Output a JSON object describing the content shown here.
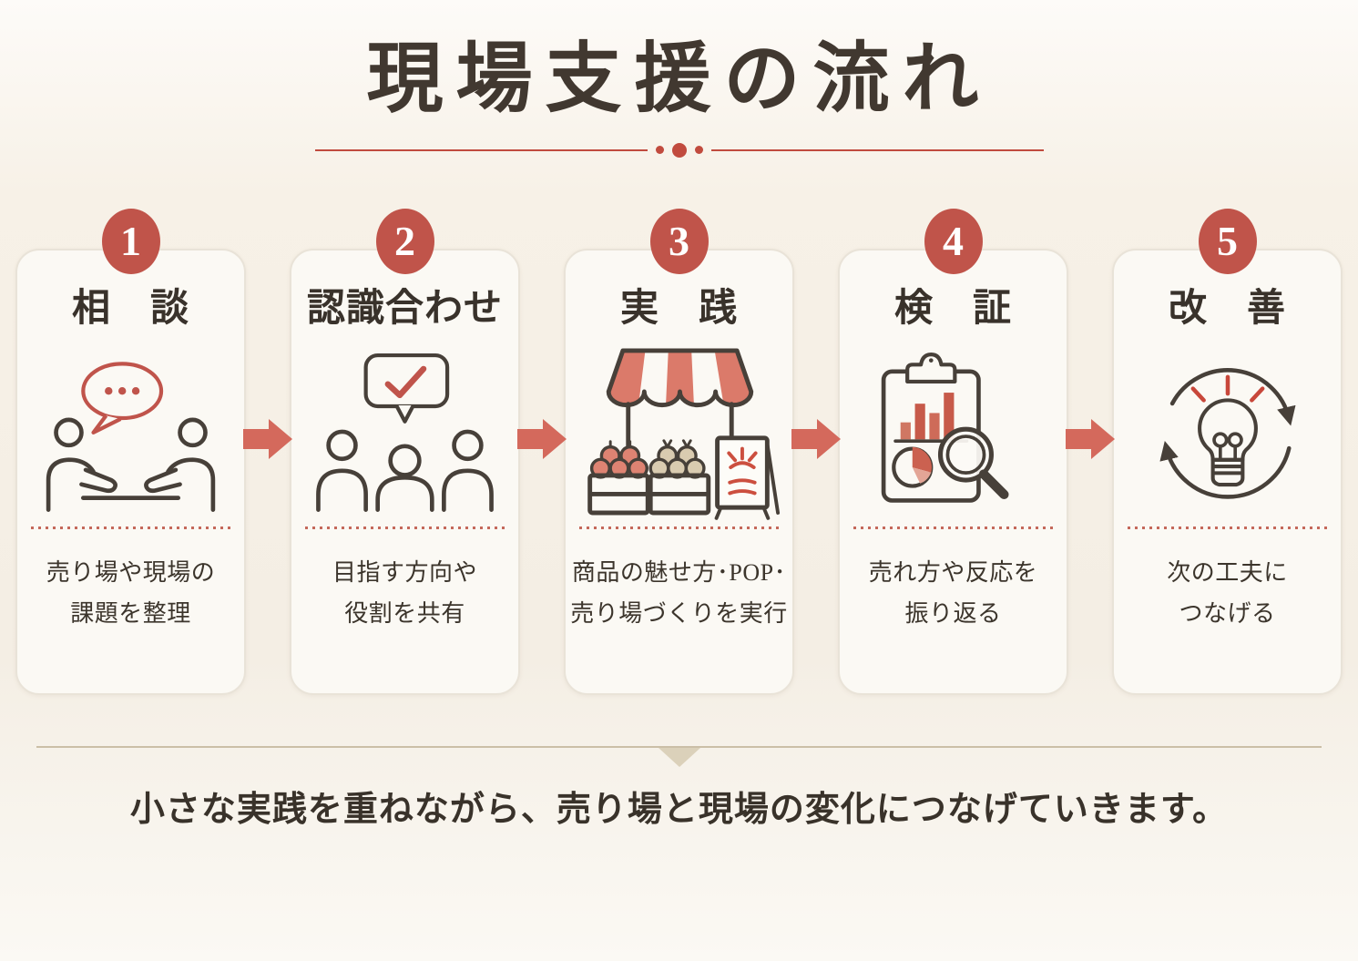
{
  "header": {
    "title": "現場支援の流れ"
  },
  "steps": [
    {
      "number": "1",
      "title": "相　談",
      "icon": "consultation",
      "desc": [
        "売り場や現場の",
        "課題を整理"
      ]
    },
    {
      "number": "2",
      "title": "認識合わせ",
      "icon": "shared-understanding",
      "desc": [
        "目指す方向や",
        "役割を共有"
      ]
    },
    {
      "number": "3",
      "title": "実　践",
      "icon": "market-stall",
      "desc": [
        "商品の魅せ方･POP･",
        "売り場づくりを実行"
      ]
    },
    {
      "number": "4",
      "title": "検　証",
      "icon": "data-review",
      "desc": [
        "売れ方や反応を",
        "振り返る"
      ]
    },
    {
      "number": "5",
      "title": "改　善",
      "icon": "improvement-cycle",
      "desc": [
        "次の工夫に",
        "つなげる"
      ]
    }
  ],
  "footer": {
    "closing": "小さな実践を重ねながら、売り場と現場の変化につなげていきます。"
  },
  "colors": {
    "accent": "#C0544A",
    "accentLine": "#C14B3E",
    "arrow": "#D4695C",
    "iconOutline": "#474039",
    "iconRedFill": "#DB7A6A",
    "text": "#3B342C",
    "cardBackground": "#FBF9F4",
    "cardBorder": "#E9E3D8",
    "pageBackground": "#F7F1E8",
    "bottomDivider": "#CBBFA7"
  }
}
